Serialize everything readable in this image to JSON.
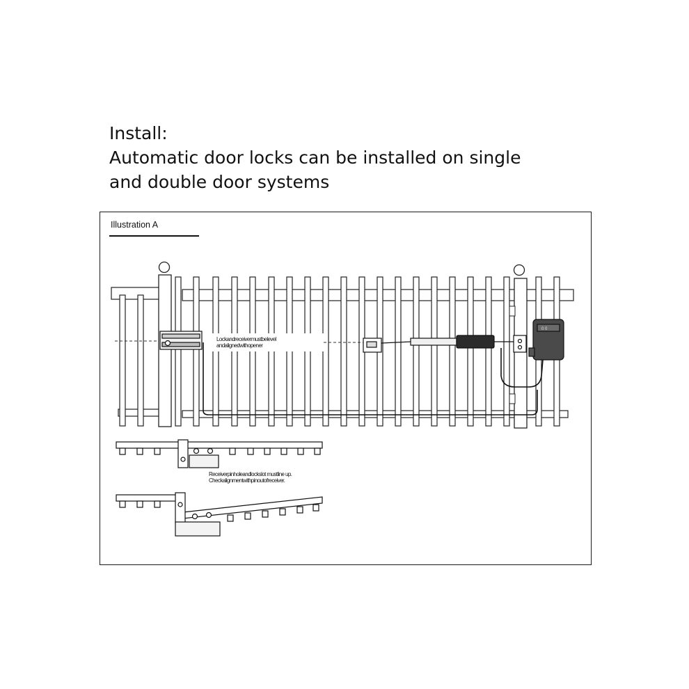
{
  "heading": {
    "line1": "Install:",
    "line2": "Automatic door locks can be installed on single",
    "line3": "and double door systems"
  },
  "illustration": {
    "title": "Illustration A",
    "note_lock_line1": "Lockandreceivermustbelevel",
    "note_lock_line2": "andalignedwithopener",
    "note_receiver_line1": "Receiverpinholeandlockslot mustline up.",
    "note_receiver_line2": "Checkalignmentwithpinoutofreceiver.",
    "device_label": "0 0"
  }
}
